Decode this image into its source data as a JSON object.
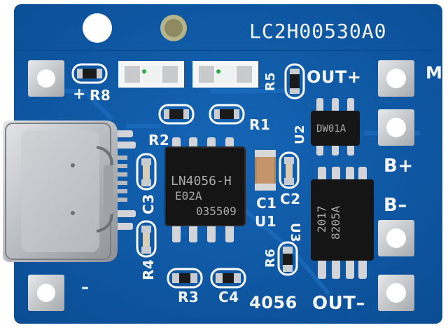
{
  "board": {
    "part_number": "LC2H00530A0",
    "model_label": "4056",
    "pcb_color": "#0d58a6",
    "silk_color": "#f4f6f8",
    "pad_color": "#c9ccd0"
  },
  "terminals": {
    "out_plus": "OUT+",
    "out_minus": "OUT–",
    "b_plus": "B+",
    "b_minus": "B–",
    "m": "M",
    "in_plus": "+",
    "in_minus": "–"
  },
  "designators": {
    "r1": "R1",
    "r2": "R2",
    "r3": "R3",
    "r4": "R4",
    "r5": "R5",
    "r6": "R6",
    "r8": "R8",
    "c1": "C1",
    "c2": "C2",
    "c3": "C3",
    "c4": "C4",
    "u1": "U1",
    "u2": "U2",
    "u3": "U3"
  },
  "chips": {
    "u1_lines": [
      "LN4056-H",
      "E02A",
      "035509"
    ],
    "u2_line": "DW01A",
    "u3_lines": [
      "8205A",
      "2017"
    ]
  },
  "connector": {
    "type_icon": "usb-c-connector"
  }
}
